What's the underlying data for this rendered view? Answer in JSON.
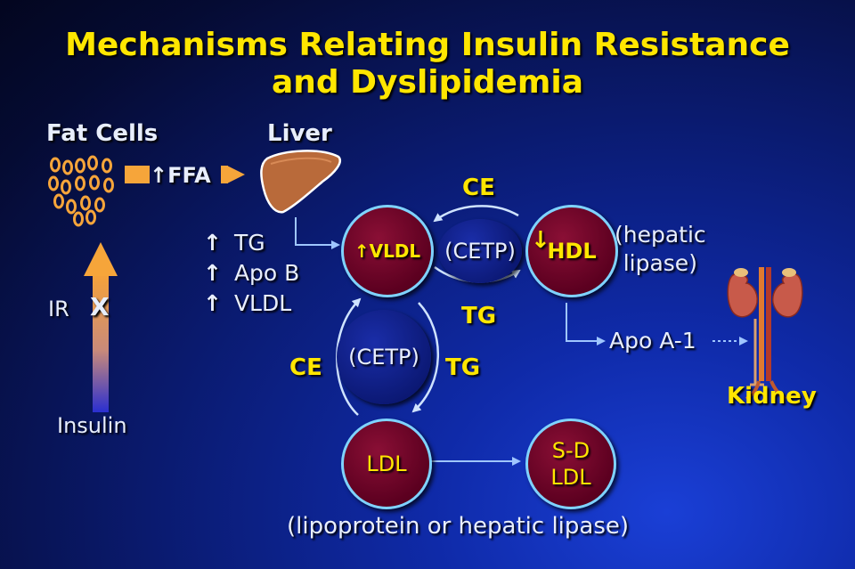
{
  "title": {
    "line1": "Mechanisms Relating Insulin Resistance",
    "line2": "and Dyslipidemia"
  },
  "labels": {
    "fat_cells": "Fat Cells",
    "liver": "Liver",
    "ffa": "FFA",
    "ir": "IR",
    "x_mark": "X",
    "insulin": "Insulin",
    "tg": "TG",
    "apo_b": "Apo B",
    "vldl_list": "VLDL",
    "ce_top": "CE",
    "ce_left": "CE",
    "tg_mid": "TG",
    "tg_low": "TG",
    "vldl": "VLDL",
    "cetp_top": "(CETP)",
    "cetp_mid": "(CETP)",
    "hdl": "HDL",
    "hepatic_lipase": [
      "(hepatic",
      "lipase)"
    ],
    "apo_a1": "Apo A-1",
    "kidney": "Kidney",
    "ldl": "LDL",
    "sd_ldl": [
      "S-D",
      "LDL"
    ],
    "lipoprotein_note": "(lipoprotein or hepatic lipase)"
  },
  "glyphs": {
    "up_arrow": "↑",
    "down_arrow": "↓"
  },
  "icons": [
    "fat-cells-icon",
    "liver-icon",
    "kidney-icon",
    "arrow-icon"
  ]
}
